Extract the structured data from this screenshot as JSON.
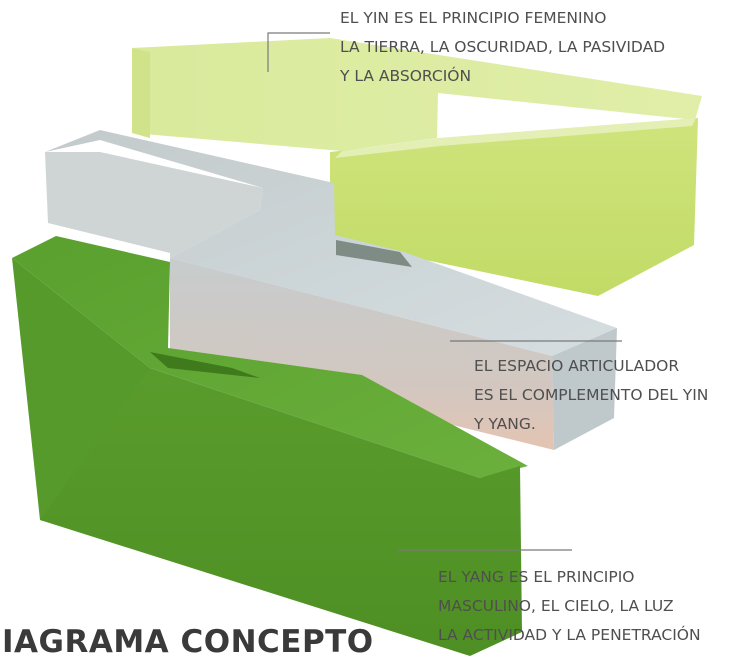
{
  "annotations": {
    "yin": [
      "EL YIN ES EL PRINCIPIO FEMENINO",
      "LA TIERRA, LA OSCURIDAD, LA PASIVIDAD",
      "Y LA ABSORCIÓN"
    ],
    "space": [
      "EL ESPACIO ARTICULADOR",
      "ES EL COMPLEMENTO DEL YIN",
      "Y YANG."
    ],
    "yang": [
      "EL YANG ES EL PRINCIPIO",
      "MASCULINO, EL CIELO, LA LUZ",
      "LA ACTIVIDAD Y LA PENETRACIÓN"
    ]
  },
  "title": "IAGRAMA CONCEPTO",
  "colors": {
    "yin_block": "#d3e690",
    "space_block": "#c9d0d2",
    "yang_block": "#5fa032",
    "leader_line": "#7a7a7a",
    "text": "#4f4f4f"
  }
}
